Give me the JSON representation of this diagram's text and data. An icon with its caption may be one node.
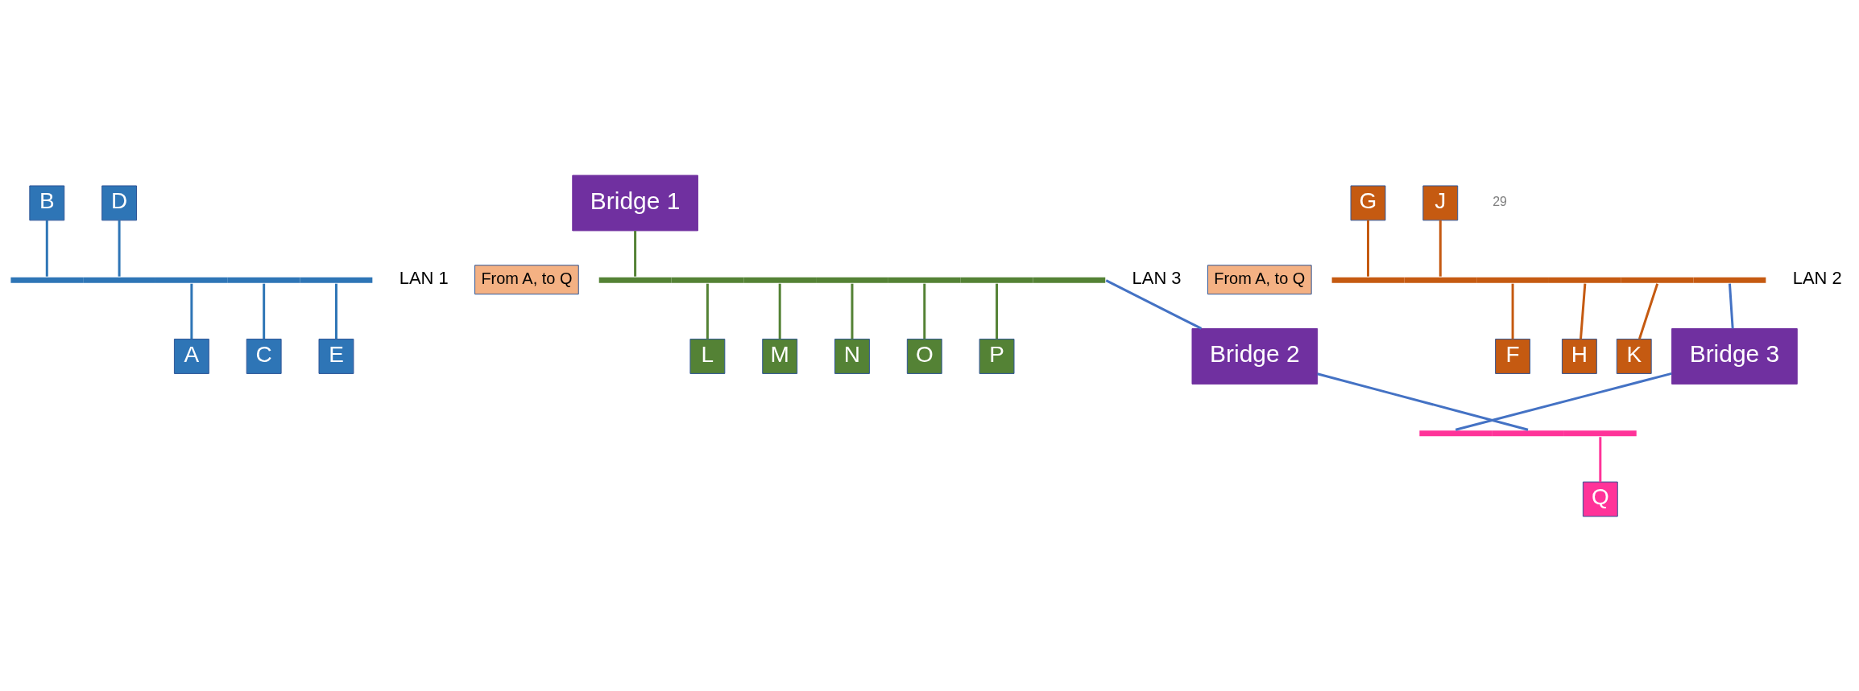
{
  "diagram": {
    "nodes": [
      {
        "text": [],
        "shape": "bar",
        "beside": [
          "LAN 1"
        ]
      },
      {
        "text": [
          "B"
        ]
      },
      {
        "text": [
          "D"
        ]
      },
      {
        "text": [
          "A"
        ]
      },
      {
        "text": [
          "C"
        ]
      },
      {
        "text": [
          "E"
        ]
      },
      {
        "text": [
          "Bridge 1"
        ]
      },
      {
        "text": [
          "From A, to Q"
        ]
      },
      {
        "text": [],
        "shape": "bar",
        "beside": [
          "LAN 2"
        ]
      },
      {
        "text": [
          "G"
        ]
      },
      {
        "text": [
          "J"
        ]
      },
      {
        "text": [
          "F"
        ]
      },
      {
        "text": [
          "H"
        ]
      },
      {
        "text": [
          "K"
        ]
      },
      {
        "text": [
          "From A, to Q"
        ]
      },
      {
        "text": [],
        "shape": "bar",
        "beside": [
          "LAN 3"
        ]
      },
      {
        "text": [
          "L"
        ]
      },
      {
        "text": [
          "M"
        ]
      },
      {
        "text": [
          "N"
        ]
      },
      {
        "text": [
          "O"
        ]
      },
      {
        "text": [
          "P"
        ]
      },
      {
        "text": [
          "Bridge 3"
        ]
      },
      {
        "text": [
          "Bridge 2"
        ]
      },
      {
        "text": [],
        "shape": "bar"
      },
      {
        "text": [
          "Q"
        ]
      }
    ],
    "edges": [
      {
        "from": 1,
        "to": 0,
        "arrow": "none",
        "color": "#2e75b6"
      },
      {
        "from": 2,
        "to": 0,
        "arrow": "none",
        "color": "#2e75b6"
      },
      {
        "from": 0,
        "to": 3,
        "arrow": "none",
        "color": "#2e75b6"
      },
      {
        "from": 0,
        "to": 4,
        "arrow": "none",
        "color": "#2e75b6"
      },
      {
        "from": 0,
        "to": 5,
        "arrow": "none",
        "color": "#2e75b6"
      },
      {
        "from": 9,
        "to": 8,
        "arrow": "none",
        "color": "#c55a11"
      },
      {
        "from": 10,
        "to": 8,
        "arrow": "none",
        "color": "#c55a11"
      },
      {
        "from": 8,
        "to": 11,
        "arrow": "none",
        "color": "#c55a11"
      },
      {
        "from": 8,
        "to": 12,
        "arrow": "none",
        "color": "#c55a11"
      },
      {
        "from": 8,
        "to": 13,
        "arrow": "none",
        "color": "#c55a11"
      },
      {
        "from": 6,
        "to": 15,
        "arrow": "none",
        "color": "#548235"
      },
      {
        "from": 15,
        "to": 16,
        "arrow": "none",
        "color": "#548235"
      },
      {
        "from": 15,
        "to": 17,
        "arrow": "none",
        "color": "#548235"
      },
      {
        "from": 15,
        "to": 18,
        "arrow": "none",
        "color": "#548235"
      },
      {
        "from": 15,
        "to": 19,
        "arrow": "none",
        "color": "#548235"
      },
      {
        "from": 15,
        "to": 20,
        "arrow": "none",
        "color": "#548235"
      },
      {
        "from": 8,
        "to": 21,
        "arrow": "none",
        "color": "#4472c4"
      },
      {
        "from": 21,
        "to": 23,
        "arrow": "none",
        "color": "#4472c4"
      },
      {
        "from": 15,
        "to": 22,
        "arrow": "none",
        "color": "#4472c4"
      },
      {
        "from": 22,
        "to": 23,
        "arrow": "none",
        "color": "#4472c4"
      },
      {
        "from": 23,
        "to": 24,
        "arrow": "none",
        "color": "#ff3399"
      }
    ],
    "labels": [
      "29"
    ]
  }
}
